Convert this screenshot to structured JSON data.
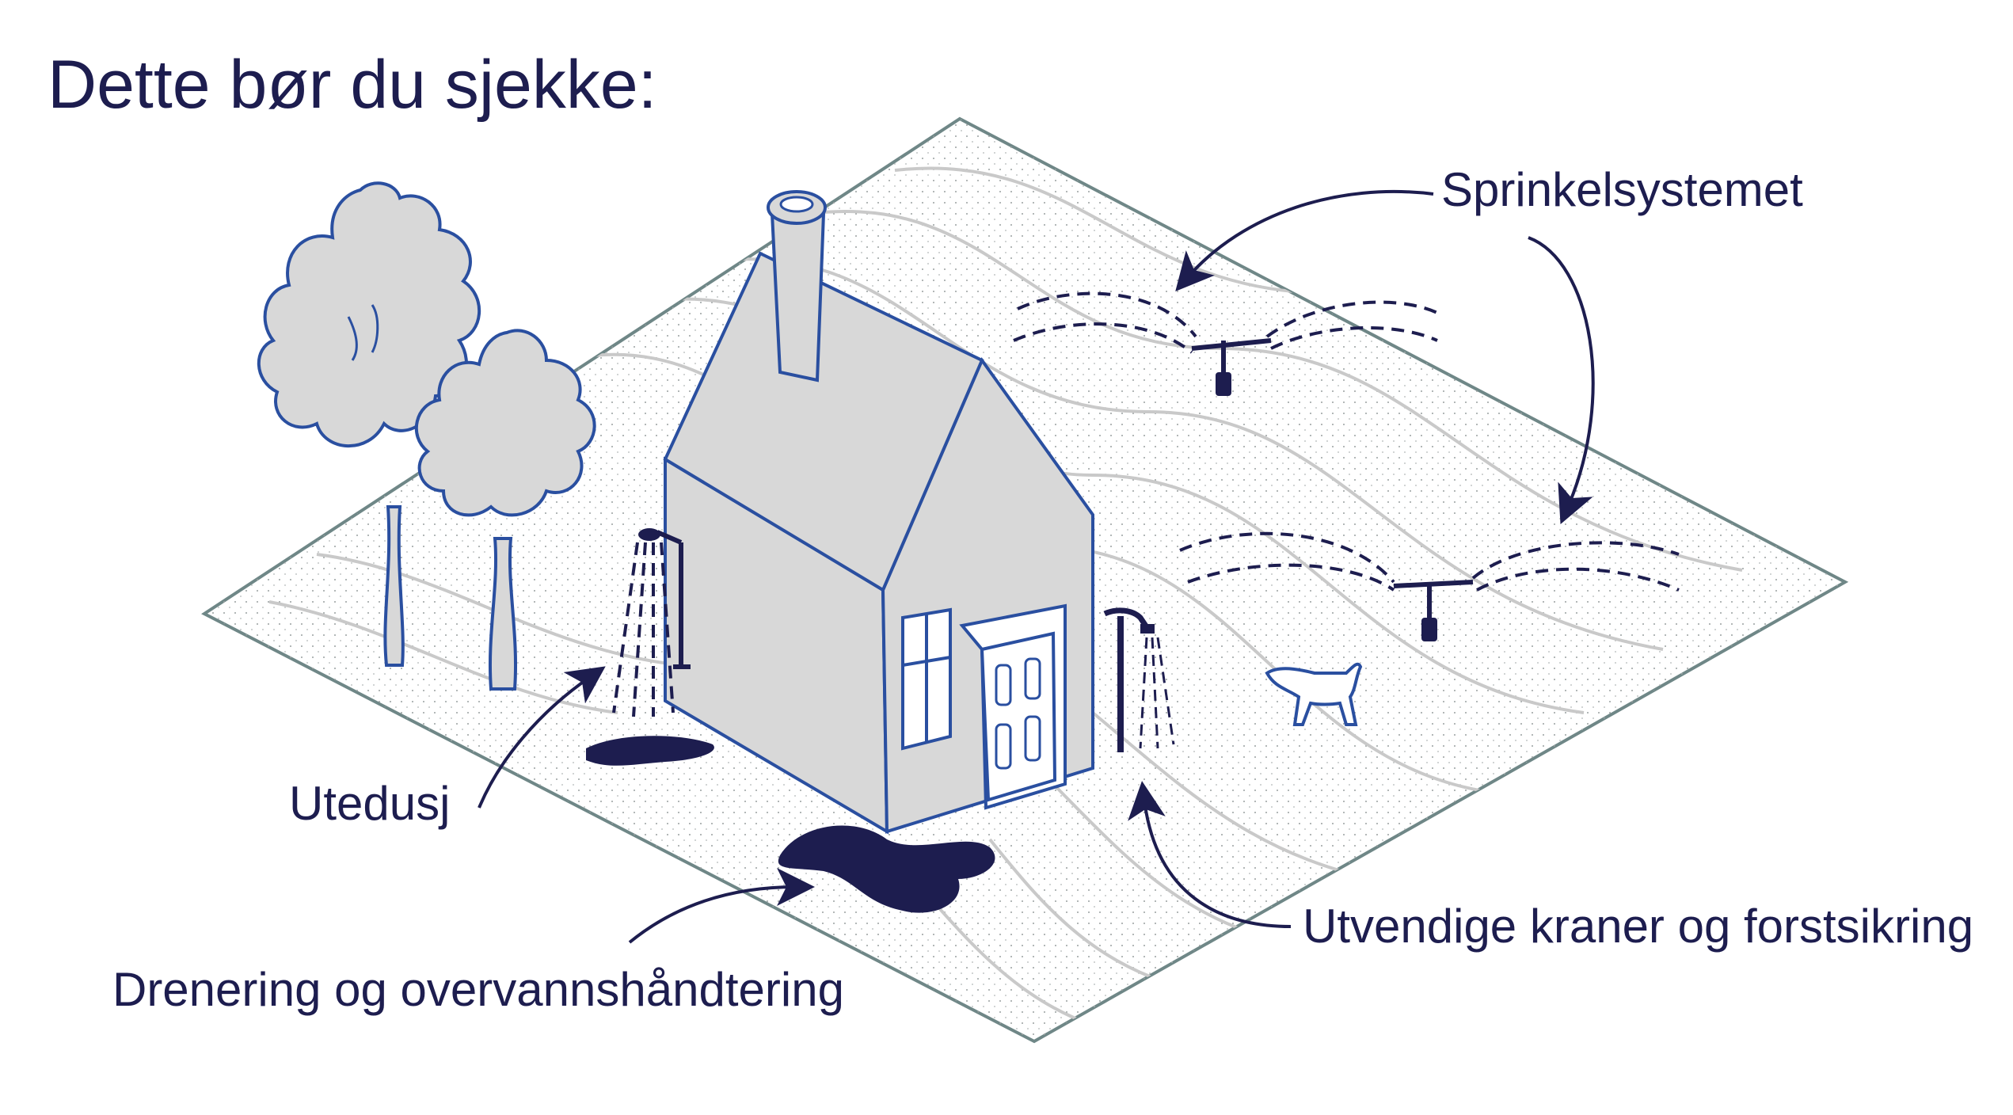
{
  "title": "Dette bør du sjekke:",
  "labels": {
    "sprinkler": "Sprinkelsystemet",
    "outdoor_shower": "Utedusj",
    "drainage": "Drenering og overvannshåndtering",
    "outdoor_taps": "Utvendige kraner og forstsikring"
  },
  "colors": {
    "navy": "#1d1d4f",
    "house_outline": "#2a4fa0",
    "ground_border": "#6f8787",
    "fill_gray": "#d8d8d8",
    "contour": "#c9c9c9"
  }
}
